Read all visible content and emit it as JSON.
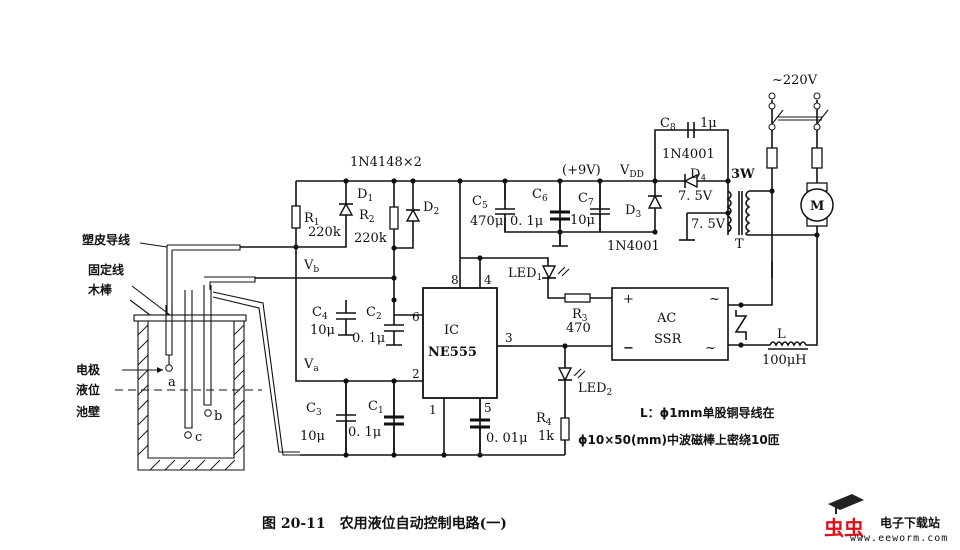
{
  "figure": {
    "caption": "图 20-11　农用液位自动控制电路(一)",
    "watermark": {
      "name": "虫虫",
      "title": "电子下载站",
      "url": "www.eeworm.com",
      "accent": "#d8131a"
    }
  },
  "left_labels": {
    "wire": "塑皮导线",
    "fixing_wire": "固定线",
    "wood_rod": "木棒",
    "electrode": "电极",
    "level": "液位",
    "tank_wall": "池壁",
    "probe_a": "a",
    "probe_b": "b",
    "probe_c": "c"
  },
  "components": {
    "diodes_top": "1N4148×2",
    "R1": {
      "name": "R",
      "sub": "1",
      "value": "220k"
    },
    "R2": {
      "name": "R",
      "sub": "2",
      "value": "220k"
    },
    "D1": {
      "name": "D",
      "sub": "1"
    },
    "D2": {
      "name": "D",
      "sub": "2"
    },
    "Vb": {
      "name": "V",
      "sub": "b"
    },
    "Va": {
      "name": "V",
      "sub": "a"
    },
    "C1": {
      "name": "C",
      "sub": "1",
      "value": "0. 1μ"
    },
    "C2": {
      "name": "C",
      "sub": "2",
      "value": "0. 1μ"
    },
    "C3": {
      "name": "C",
      "sub": "3",
      "value": "10μ"
    },
    "C4": {
      "name": "C",
      "sub": "4",
      "value": "10μ"
    },
    "C5": {
      "name": "C",
      "sub": "5",
      "value": "470μ"
    },
    "C6": {
      "name": "C",
      "sub": "6",
      "value": "0. 1μ"
    },
    "C7": {
      "name": "C",
      "sub": "7",
      "value": "10μ"
    },
    "C8": {
      "name": "C",
      "sub": "8",
      "value": "1μ"
    },
    "C_pin5": {
      "value": "0. 01μ"
    },
    "IC": {
      "line1": "IC",
      "line2": "NE555",
      "pins": [
        "8",
        "4",
        "6",
        "3",
        "2",
        "1",
        "5"
      ]
    },
    "supply": "(+9V)",
    "VDD": {
      "name": "V",
      "sub": "DD"
    },
    "D3": {
      "name": "D",
      "sub": "3",
      "part": "1N4001"
    },
    "D4": {
      "name": "D",
      "sub": "4",
      "part": "1N4001"
    },
    "transformer": {
      "name": "T",
      "power": "3W",
      "tap1": "7. 5V",
      "tap2": "7. 5V"
    },
    "LED1": {
      "name": "LED",
      "sub": "1"
    },
    "LED2": {
      "name": "LED",
      "sub": "2"
    },
    "R3": {
      "name": "R",
      "sub": "3",
      "value": "470"
    },
    "R4": {
      "name": "R",
      "sub": "4",
      "value": "1k"
    },
    "SSR": {
      "line1": "AC",
      "line2": "SSR",
      "plus": "+",
      "minus": "−",
      "ac1": "~",
      "ac2": "~"
    },
    "L": {
      "name": "L",
      "value": "100μH"
    },
    "mains": "~220V",
    "motor": "M"
  },
  "note": {
    "line1": "L：ϕ1mm单股铜导线在",
    "line2": "ϕ10×50(mm)中波磁棒上密绕10匝"
  }
}
